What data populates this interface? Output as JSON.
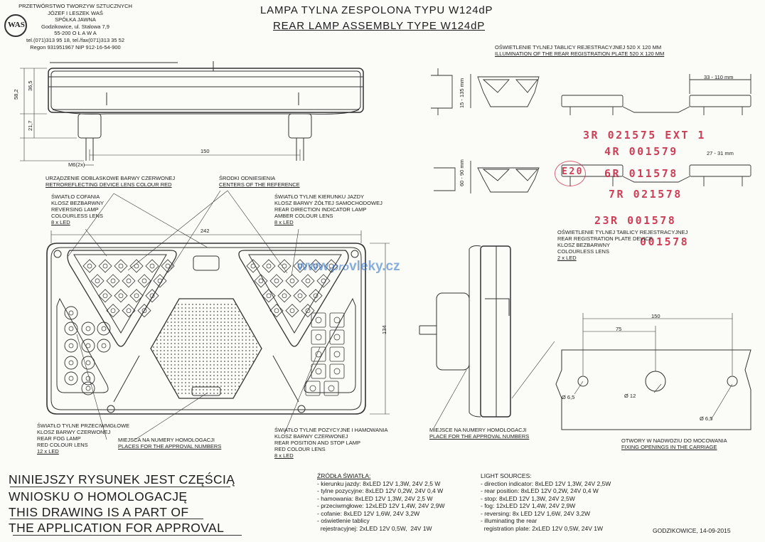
{
  "company": {
    "logo_text": "WAS",
    "lines": [
      "PRZETWÓRSTWO TWORZYW SZTUCZNYCH",
      "JÓZEF I LESZEK WAŚ",
      "SPÓŁKA JAWNA",
      "Godzikowice, ul. Stalowa 7,9",
      "55-200  O Ł A W A",
      "tel.(071)313 95 18, tel./fax(071)313 35 52",
      "Regon 931951967 NIP 912-16-54-900"
    ]
  },
  "title": {
    "pl": "LAMPA TYLNA ZESPOLONA TYPU W124dP",
    "en": "REAR LAMP ASSEMBLY TYPE W124dP"
  },
  "plate_illumination": {
    "pl": "OŚWIETLENIE TYLNEJ TABLICY REJESTRACYJNEJ 520 X 120 MM",
    "en": "ILLUMINATION OF THE REAR REGISTRATION PLATE 520 X 120 MM"
  },
  "dimensions": {
    "height_total": "58,2",
    "height_body": "36,5",
    "height_stud": "21,7",
    "stud_thread": "M6(2x)",
    "stud_spacing": "150",
    "width": "242",
    "height_front": "134",
    "side_range_1": "15 - 135 mm",
    "side_range_2": "60 - 90 mm",
    "top_range_1": "33 - 110 mm",
    "top_range_2": "27 - 31 mm",
    "holes_150": "150",
    "holes_75": "75",
    "hole_d1": "Ø 6,5",
    "hole_d2": "Ø 12",
    "hole_d3": "Ø 6,5"
  },
  "stamps": [
    "3R  021575  EXT 1",
    "4R  001579",
    "E20",
    "6R  011578",
    "7R  021578",
    "23R  001578",
    "001578"
  ],
  "watermark": {
    "www": "www.",
    "pro": "pro",
    "vleky": "vleky.cz"
  },
  "labels": {
    "retro": [
      "URZĄDZENIE ODBLASKOWE BARWY CZERWONEJ",
      "RETROREFLECTING DEVICE LENS COLOUR RED"
    ],
    "centers": [
      "ŚRODKI ODNIESIENIA",
      "CENTERS OF THE REFERENCE"
    ],
    "reversing": [
      "ŚWIATŁO COFANIA",
      "KLOSZ BEZBARWNY",
      "REVERSING LAMP",
      "COLOURLESS LENS",
      "8 x LED"
    ],
    "direction": [
      "ŚWIATŁO TYLNE KIERUNKU JAZDY",
      "KLOSZ BARWY ŻÓŁTEJ SAMOCHODOWEJ",
      "REAR DIRECTION INDICATOR LAMP",
      "AMBER COLOUR LENS",
      "8 x LED"
    ],
    "plate_device": [
      "OŚWIETLENIE TYLNEJ TABLICY REJESTRACYJNEJ",
      "REAR REGISTRATION PLATE DEVICE",
      "KLOSZ BEZBARWNY",
      "COLOURLESS LENS",
      "2 x LED"
    ],
    "fog": [
      "ŚWIATŁO TYLNE PRZECIWMGŁOWE",
      "KLOSZ BARWY CZERWONEJ",
      "REAR FOG LAMP",
      "RED COLOUR LENS",
      "12 x LED"
    ],
    "approval_left": [
      "MIEJSCA NA NUMERY HOMOLOGACJI",
      "PLACES FOR THE APPROVAL NUMBERS"
    ],
    "position_stop": [
      "ŚWIATŁO TYLNE POZYCYJNE I HAMOWANIA",
      "KLOSZ BARWY CZERWONEJ",
      "REAR POSITION AND STOP LAMP",
      "RED COLOUR LENS",
      "8 x LED"
    ],
    "approval_right": [
      "MIEJSCE NA NUMERY HOMOLOGACJI",
      "PLACE FOR THE APPROVAL NUMBERS"
    ],
    "fixing": [
      "OTWORY W NADWOZIU DO MOCOWANIA",
      "FIXING OPENINGS IN THE CARRIAGE"
    ]
  },
  "footer_note": [
    "NINIEJSZY RYSUNEK JEST CZĘŚCIĄ",
    "WNIOSKU O  HOMOLOGACJĘ",
    "THIS DRAWING IS A PART OF",
    " THE APPLICATION FOR  APPROVAL"
  ],
  "sources_pl": {
    "heading": "ŹRÓDŁA ŚWIATŁA:",
    "items": [
      "- kierunku jazdy: 8xLED 12V 1,3W, 24V 2,5 W",
      "- tylne pozycyjne: 8xLED 12V 0,2W, 24V 0,4 W",
      "- hamowania: 8xLED 12V 1,3W, 24V 2,5 W",
      "- przeciwmgłowe: 12xLED 12V 1,4W, 24V 2,9W",
      "- cofanie: 8xLED 12V 1,6W, 24V 3,2W",
      "- oświetlenie tablicy",
      "  rejestracyjnej: 2xLED 12V 0,5W,  24V 1W"
    ]
  },
  "sources_en": {
    "heading": "LIGHT SOURCES:",
    "items": [
      "- direction indicator: 8xLED 12V 1,3W, 24V 2,5W",
      "- rear position: 8xLED 12V 0,2W, 24V 0,4 W",
      "- stop: 8xLED 12V  1,3W, 24V 2,5W",
      "- fog: 12xLED 12V 1,4W, 24V 2,9W",
      "- reversing: 8x LED 12V 1,6W, 24V 3,2W",
      "- illuminating the rear",
      "  registration plate: 2xLED 12V 0,5W, 24V 1W"
    ]
  },
  "date": "GODZIKOWICE,  14-09-2015"
}
